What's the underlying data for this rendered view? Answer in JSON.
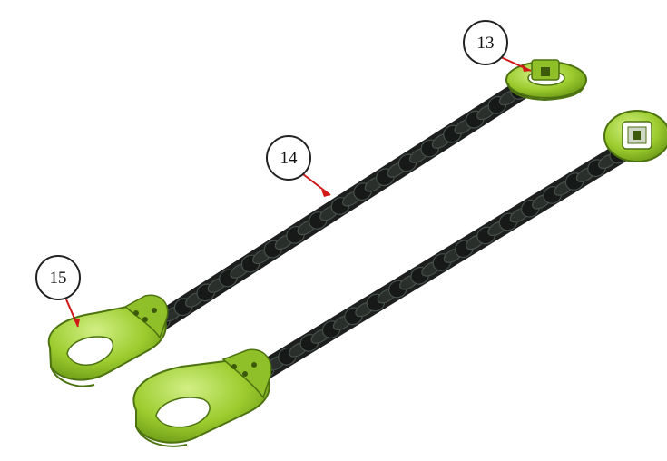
{
  "callouts": [
    {
      "id": "13",
      "label": "13",
      "target": "connector-ring"
    },
    {
      "id": "14",
      "label": "14",
      "target": "chain"
    },
    {
      "id": "15",
      "label": "15",
      "target": "safety-hook"
    }
  ],
  "colors": {
    "component": "#9ccc2e",
    "component_dark": "#5f8a12",
    "component_light": "#c6e874",
    "chain": "#1c1f1d",
    "chain_highlight": "#47504a",
    "leader": "#d01818",
    "callout_border": "#222222"
  }
}
